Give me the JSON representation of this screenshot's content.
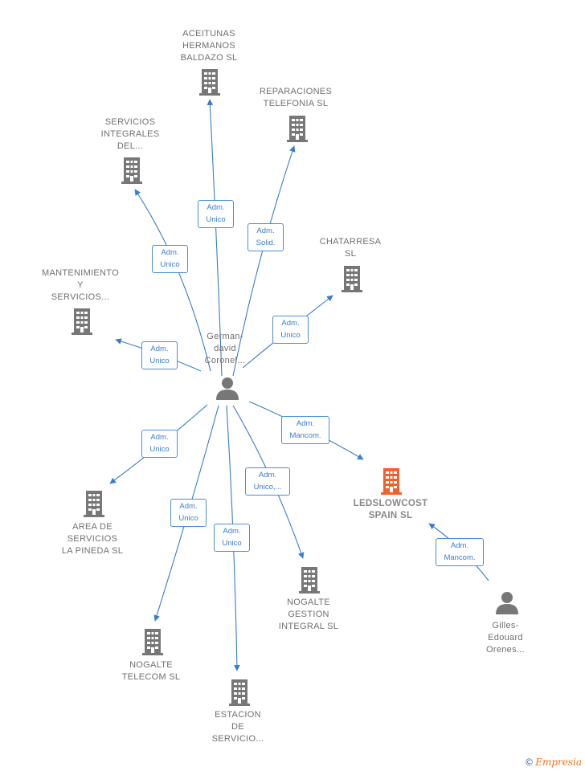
{
  "colors": {
    "edge": "#3a7ccc",
    "building": "#777777",
    "highlight": "#f0612d",
    "person": "#777777"
  },
  "companies": [
    {
      "id": "aceitunas",
      "label": "ACEITUNAS\nHERMANOS\nBALDAZO  SL"
    },
    {
      "id": "reparaciones",
      "label": "REPARACIONES\nTELEFONIA  SL"
    },
    {
      "id": "servicios-integrales",
      "label": "SERVICIOS\nINTEGRALES\nDEL..."
    },
    {
      "id": "chatarresa",
      "label": "CHATARRESA\nSL"
    },
    {
      "id": "mantenimiento",
      "label": "MANTENIMIENTO\nY\nSERVICIOS..."
    },
    {
      "id": "ledslowcost",
      "label": "LEDSLOWCOST\nSPAIN  SL",
      "highlight": true
    },
    {
      "id": "area-servicios",
      "label": "AREA DE\nSERVICIOS\nLA PINEDA  SL"
    },
    {
      "id": "nogalte-gestion",
      "label": "NOGALTE\nGESTION\nINTEGRAL  SL"
    },
    {
      "id": "nogalte-telecom",
      "label": "NOGALTE\nTELECOM  SL"
    },
    {
      "id": "estacion",
      "label": "ESTACION\nDE\nSERVICIO..."
    }
  ],
  "persons": [
    {
      "id": "german",
      "label": "German-\ndavid\nCoronel..."
    },
    {
      "id": "gilles",
      "label": "Gilles-\nEdouard\nOrenes..."
    }
  ],
  "relations": [
    {
      "id": "r-aceitunas",
      "label": "Adm.\nUnico"
    },
    {
      "id": "r-reparaciones",
      "label": "Adm.\nSolid."
    },
    {
      "id": "r-servicios",
      "label": "Adm.\nUnico"
    },
    {
      "id": "r-chatarresa",
      "label": "Adm.\nUnico"
    },
    {
      "id": "r-mantenimiento",
      "label": "Adm.\nUnico"
    },
    {
      "id": "r-ledslowcost",
      "label": "Adm.\nMancom."
    },
    {
      "id": "r-area",
      "label": "Adm.\nUnico"
    },
    {
      "id": "r-gestion",
      "label": "Adm.\nUnico,..."
    },
    {
      "id": "r-telecom",
      "label": "Adm.\nUnico"
    },
    {
      "id": "r-estacion",
      "label": "Adm.\nUnico"
    },
    {
      "id": "r-gilles",
      "label": "Adm.\nMancom."
    }
  ],
  "footer": {
    "copyright": "©",
    "brand": "Empresia"
  }
}
